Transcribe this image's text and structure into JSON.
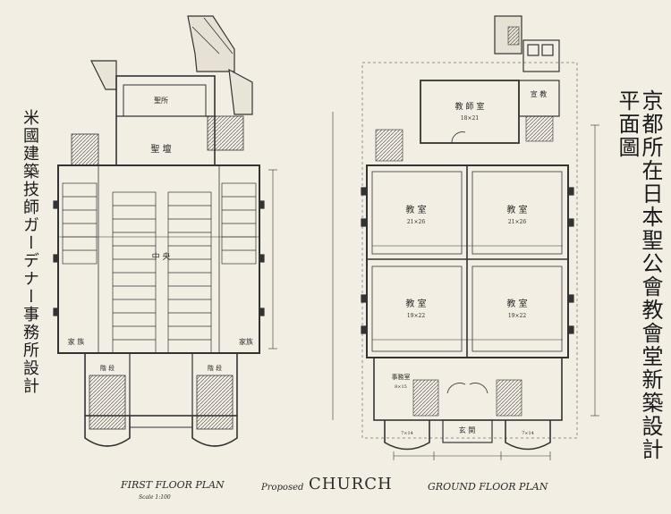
{
  "title_right": "京都所在日本聖公會教會堂新築設計平面圖",
  "title_left": "米國建築技師ガーデナー事務所設計",
  "captions": {
    "first_floor": "FIRST FLOOR PLAN",
    "ground_floor": "GROUND FLOOR PLAN",
    "proposed": "Proposed",
    "church": "CHURCH",
    "scale": "Scale 1:100"
  },
  "first_floor_rooms": {
    "altar": "聖 壇",
    "chancel": "聖所",
    "nave": "中 央",
    "aisle_left": "家 族",
    "aisle_right": "家族",
    "stair_left": "階 段",
    "stair_right": "階 段"
  },
  "ground_floor_rooms": {
    "upper_class": "教 師 室",
    "upper_class_size": "18×21",
    "upper_side": "宣 教",
    "class_tl": "教 室",
    "class_tl_size": "21×26",
    "class_tr": "教 室",
    "class_tr_size": "21×26",
    "class_bl": "教 室",
    "class_bl_size": "19×22",
    "class_br": "教 室",
    "class_br_size": "19×22",
    "office": "事務室",
    "office_size": "8×15",
    "entry": "玄 関",
    "corner_l": "7×14",
    "corner_r": "7×14"
  }
}
